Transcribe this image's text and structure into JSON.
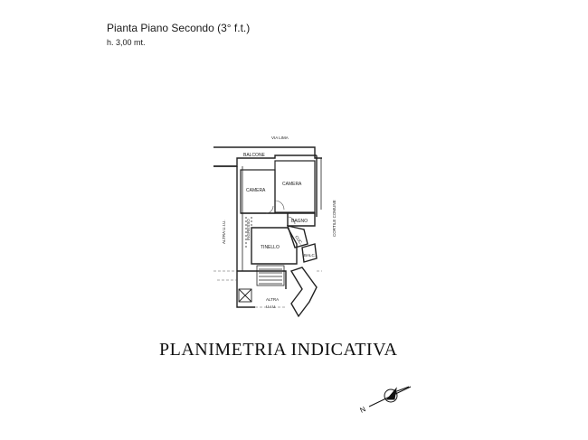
{
  "header": {
    "title": "Pianta Piano Secondo (3° f.t.)",
    "height": "h. 3,00 mt."
  },
  "plan": {
    "street": "VIA LIMA",
    "rooms": {
      "balcone": "BALCONE",
      "camera_left": "CAMERA",
      "camera_right": "CAMERA",
      "ingresso": "INGRESSO",
      "bagno": "BAGNO",
      "cuc": "CUC.",
      "tinello": "TINELLO",
      "balc": "BALC."
    },
    "neighbors": {
      "left": "ALTRA U.I.U.",
      "bottom_line1": "ALTRA",
      "bottom_line2": "U.I.U.",
      "right": "CORTILE COMUNE"
    }
  },
  "footer_title": "PLANIMETRIA INDICATIVA",
  "compass": {
    "letter": "N"
  }
}
